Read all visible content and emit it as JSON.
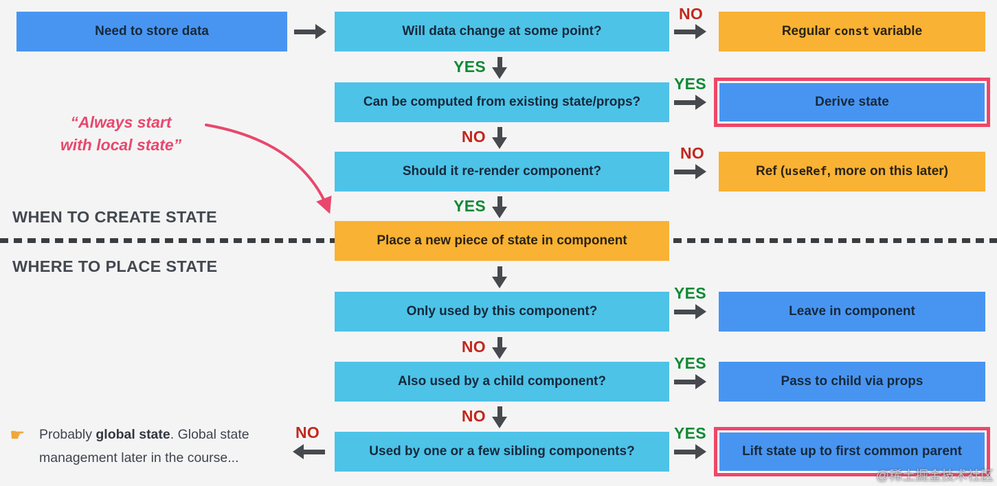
{
  "sections": {
    "when": "WHEN TO CREATE STATE",
    "where": "WHERE TO PLACE STATE"
  },
  "quote": {
    "line1": "“Always start",
    "line2": "with local state”"
  },
  "labels": {
    "yes": "YES",
    "no": "NO"
  },
  "boxes": {
    "start": "Need to store data",
    "q_change": "Will data change at some point?",
    "r_const_pre": "Regular ",
    "r_const_code": "const",
    "r_const_post": " variable",
    "q_computed": "Can be computed from existing state/props?",
    "r_derive": "Derive state",
    "q_rerender": "Should it re-render component?",
    "r_ref_pre": "Ref (",
    "r_ref_code": "useRef",
    "r_ref_post": ", more on this later)",
    "place": "Place a new piece of state in component",
    "q_only": "Only used by this component?",
    "r_leave": "Leave in component",
    "q_child": "Also used by a child component?",
    "r_pass": "Pass to child via props",
    "q_sibling": "Used by one or a few sibling components?",
    "r_lift": "Lift state up to first common parent"
  },
  "note": {
    "pointer_icon": "☛",
    "pre": "Probably ",
    "bold": "global state",
    "post": ". Global state management later in the course..."
  },
  "watermark": "@稀土掘金技术社区",
  "colors": {
    "background": "#f4f4f5",
    "blue": "#4895f1",
    "cyan": "#4dc3e8",
    "orange": "#f9b233",
    "highlight_border": "#ee4768",
    "yes_green": "#0f8a33",
    "no_red": "#c2271c",
    "arrow_gray": "#46494e",
    "annotation_pink": "#e8486c",
    "heading_gray": "#44484f"
  }
}
